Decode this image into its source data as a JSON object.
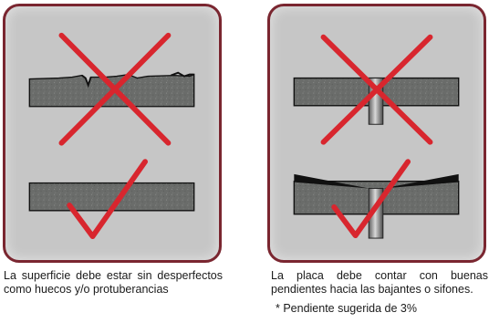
{
  "panels": [
    {
      "id": "left",
      "wrong_example": "surface with imperfections",
      "right_example": "smooth flat surface",
      "caption": "La superficie debe estar sin desperfectos como huecos y/o protuberancias"
    },
    {
      "id": "right",
      "wrong_example": "flat slab without slope to drain",
      "right_example": "slab sloped toward drain",
      "caption": "La placa debe contar con buenas pendientes hacia las bajantes o sifones.",
      "footnote": "* Pendiente sugerida de 3%"
    }
  ],
  "icons": {
    "wrong": "red-x-icon",
    "correct": "red-check-icon"
  },
  "colors": {
    "frame": "#7a2630",
    "panel_bg": "#c6c6c6",
    "slab": "#6a6c6a",
    "mark": "#d8262e"
  }
}
